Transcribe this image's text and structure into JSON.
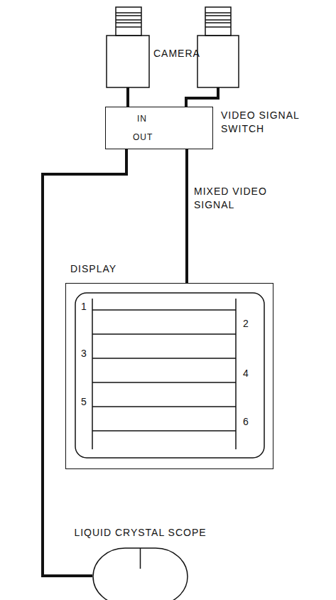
{
  "diagram": {
    "nodes": [
      {
        "text": [
          "IN",
          "OUT",
          "VIDEO SIGNAL SWITCH"
        ]
      },
      {
        "text": [
          "DISPLAY"
        ]
      },
      {
        "text": [
          "LIQUID CRYSTAL SCOPE"
        ]
      }
    ],
    "edges": [
      {
        "from": 0,
        "to": 1,
        "arrow": "none",
        "label": "MIXED VIDEO SIGNAL"
      },
      {
        "from": 0,
        "to": 2,
        "arrow": "none"
      }
    ],
    "labels": [
      "CAMERA",
      "1",
      "2",
      "3",
      "4",
      "5",
      "6"
    ]
  }
}
